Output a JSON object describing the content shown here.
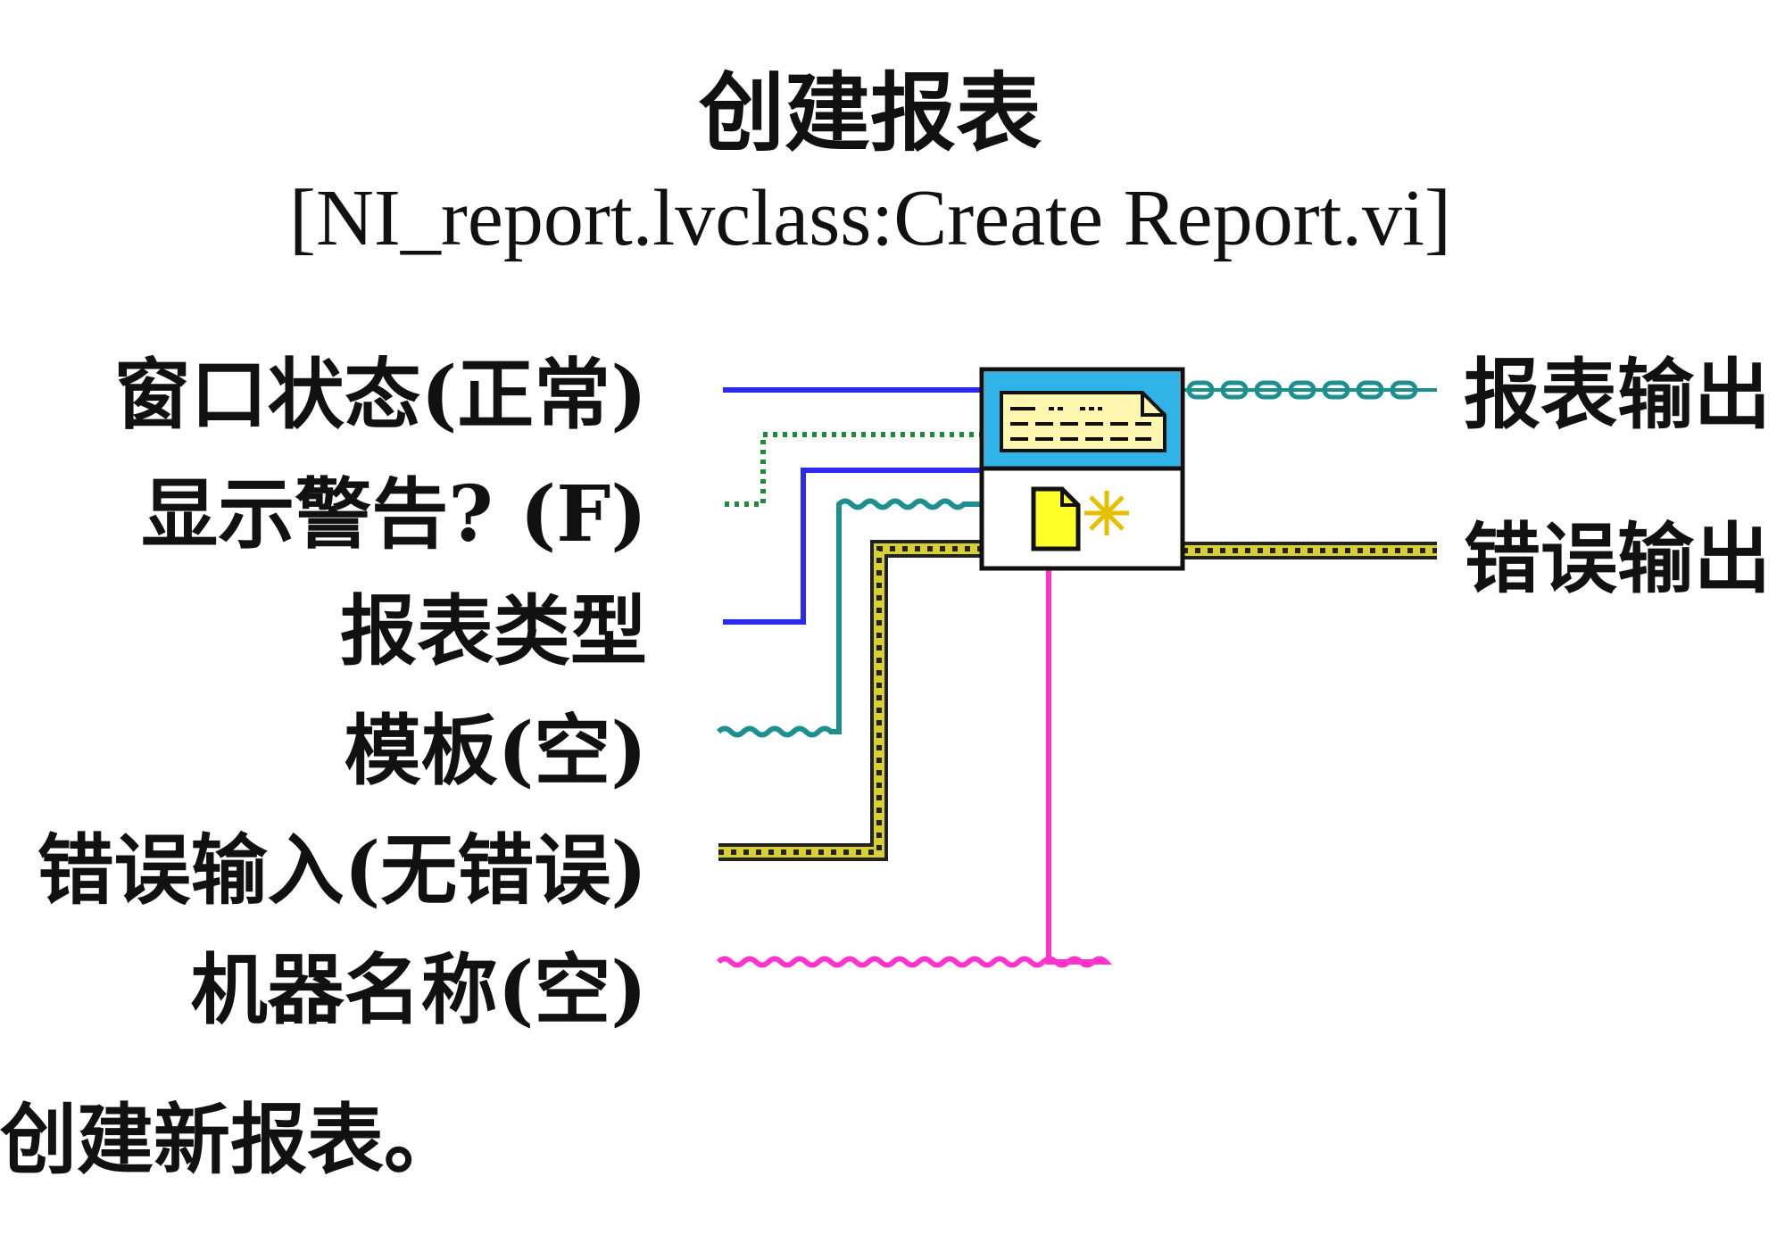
{
  "title": "创建报表",
  "subtitle": "[NI_report.lvclass:Create Report.vi]",
  "inputs": {
    "window_state": "窗口状态(正常)",
    "show_warnings": "显示警告? (F)",
    "report_type": "报表类型",
    "template": "模板(空)",
    "error_in": "错误输入(无错误)",
    "machine_name": "机器名称(空)"
  },
  "outputs": {
    "report_out": "报表输出",
    "error_out": "错误输出"
  },
  "description": "创建新报表。",
  "wire_colors": {
    "numeric": "#2b2bf0",
    "boolean": "#1f8a3a",
    "path": "#1e8f8f",
    "error_cluster": "#d8cf30",
    "string": "#ff33cc",
    "class": "#1e8f8f",
    "icon_header": "#2fb3e8"
  },
  "icons": [
    "report-document-icon",
    "new-file-icon"
  ]
}
